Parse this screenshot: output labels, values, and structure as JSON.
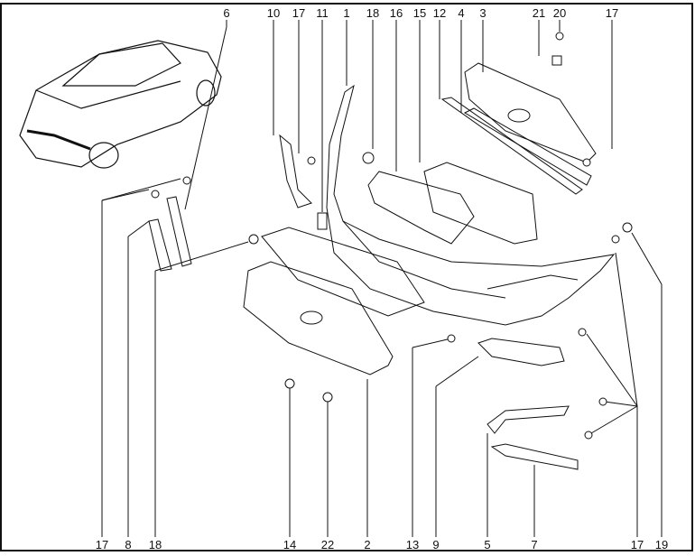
{
  "diagram": {
    "top_labels": [
      "6",
      "10",
      "17",
      "11",
      "1",
      "18",
      "16",
      "15",
      "12",
      "4",
      "3",
      "21",
      "20",
      "17"
    ],
    "bottom_labels": [
      "17",
      "8",
      "18",
      "14",
      "22",
      "2",
      "13",
      "9",
      "5",
      "7",
      "17",
      "19"
    ],
    "line_color": "#111111",
    "background": "#ffffff"
  }
}
